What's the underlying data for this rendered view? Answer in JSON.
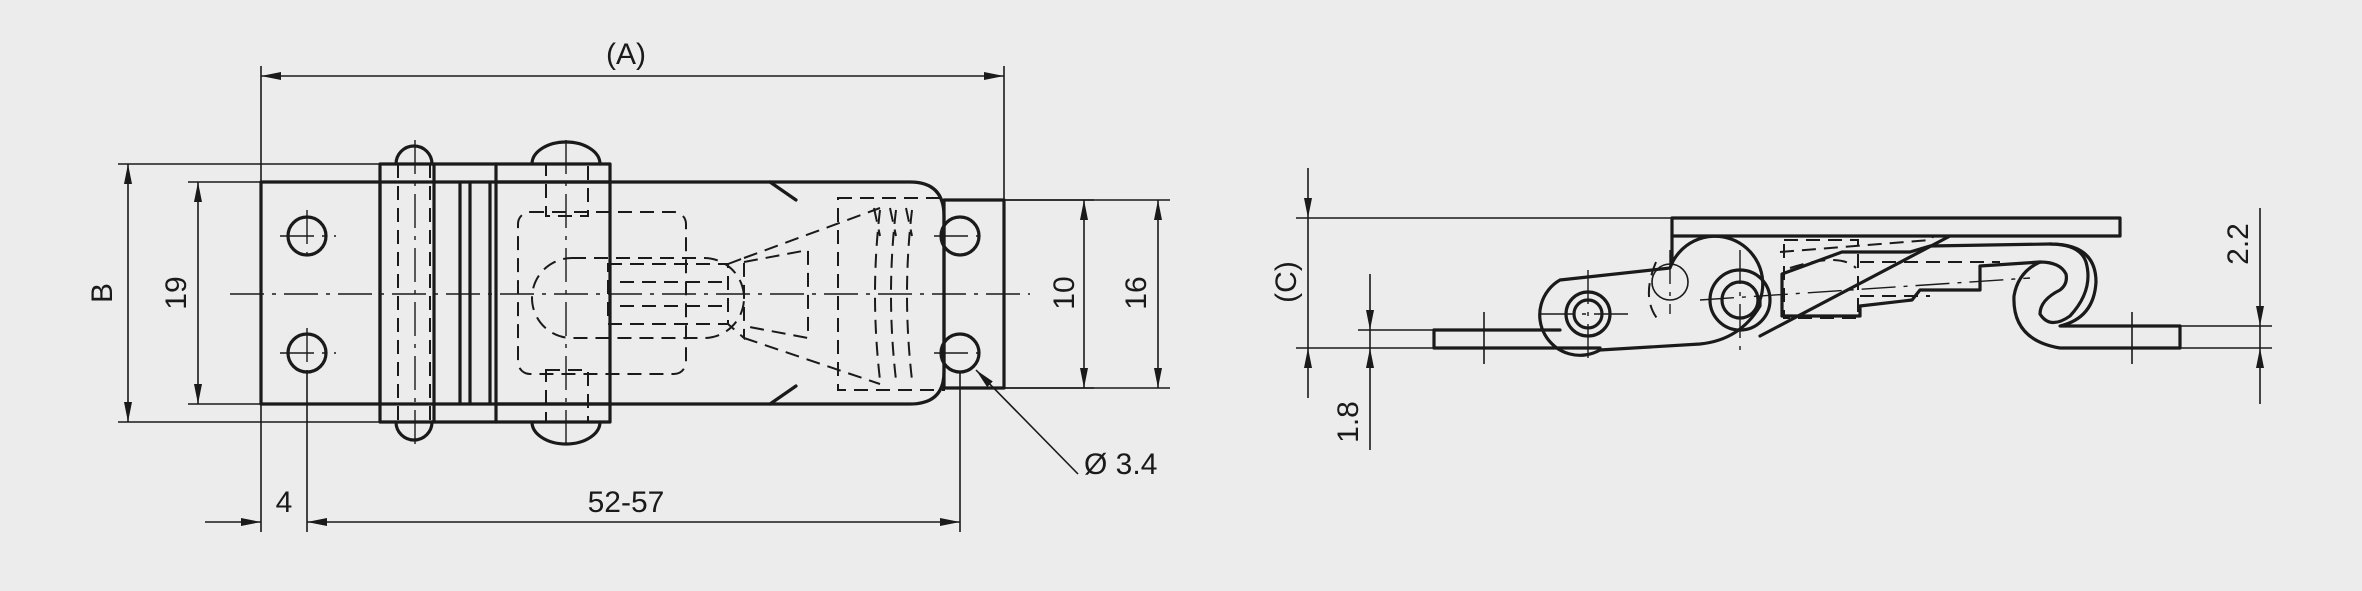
{
  "dimensions": {
    "overall_length": "(A)",
    "width": "B",
    "mounting_spacing_width": "19",
    "keeper_hole_spacing": "10",
    "keeper_width": "16",
    "edge_offset": "4",
    "length_range": "52-57",
    "hole_diameter": "Ø 3.4",
    "height": "(C)",
    "keeper_base_height": "1.8",
    "keeper_thickness": "2.2"
  }
}
